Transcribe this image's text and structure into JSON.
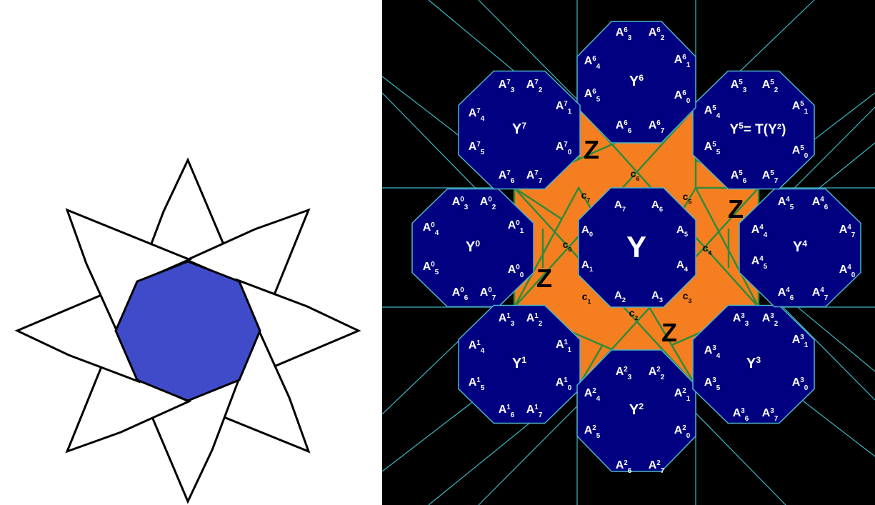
{
  "colors": {
    "left_background": "#ffffff",
    "left_octagon": "#3f4bc9",
    "right_background": "#000000",
    "octagon_fill": "#000080",
    "octagon_stroke": "#4fb4c8",
    "star_fill": "#f57f20",
    "star_stroke": "#2e8b3a",
    "cyan_lines": "#3fb7c9",
    "label_color": "#ffffff",
    "c_label_color": "#000000"
  },
  "center": {
    "label": "Y",
    "vertices": [
      {
        "base": "A",
        "sub": "0"
      },
      {
        "base": "A",
        "sub": "1"
      },
      {
        "base": "A",
        "sub": "2"
      },
      {
        "base": "A",
        "sub": "3"
      },
      {
        "base": "A",
        "sub": "4"
      },
      {
        "base": "A",
        "sub": "5"
      },
      {
        "base": "A",
        "sub": "6"
      },
      {
        "base": "A",
        "sub": "7"
      }
    ]
  },
  "z_labels": [
    "Z",
    "Z",
    "Z",
    "Z"
  ],
  "c_labels": [
    {
      "base": "c",
      "sub": "0"
    },
    {
      "base": "c",
      "sub": "1"
    },
    {
      "base": "c",
      "sub": "2"
    },
    {
      "base": "c",
      "sub": "3"
    },
    {
      "base": "c",
      "sub": "4"
    },
    {
      "base": "c",
      "sub": "5"
    },
    {
      "base": "c",
      "sub": "6"
    },
    {
      "base": "c",
      "sub": "7"
    }
  ],
  "outer_octagons": [
    {
      "title_base": "Y",
      "title_sup": "0",
      "title_suffix": "",
      "labels": [
        {
          "sup": "0",
          "sub": "3"
        },
        {
          "sup": "0",
          "sub": "2"
        },
        {
          "sup": "0",
          "sub": "4"
        },
        {
          "sup": "0",
          "sub": "1"
        },
        {
          "sup": "0",
          "sub": "5"
        },
        {
          "sup": "0",
          "sub": "0"
        },
        {
          "sup": "0",
          "sub": "6"
        },
        {
          "sup": "0",
          "sub": "7"
        }
      ]
    },
    {
      "title_base": "Y",
      "title_sup": "1",
      "title_suffix": "",
      "labels": [
        {
          "sup": "1",
          "sub": "3"
        },
        {
          "sup": "1",
          "sub": "2"
        },
        {
          "sup": "1",
          "sub": "4"
        },
        {
          "sup": "1",
          "sub": "1"
        },
        {
          "sup": "1",
          "sub": "5"
        },
        {
          "sup": "1",
          "sub": "0"
        },
        {
          "sup": "1",
          "sub": "6"
        },
        {
          "sup": "1",
          "sub": "7"
        }
      ]
    },
    {
      "title_base": "Y",
      "title_sup": "2",
      "title_suffix": "",
      "labels": [
        {
          "sup": "2",
          "sub": "3"
        },
        {
          "sup": "2",
          "sub": "2"
        },
        {
          "sup": "2",
          "sub": "4"
        },
        {
          "sup": "2",
          "sub": "1"
        },
        {
          "sup": "2",
          "sub": "5"
        },
        {
          "sup": "2",
          "sub": "0"
        },
        {
          "sup": "2",
          "sub": "6"
        },
        {
          "sup": "2",
          "sub": "7"
        }
      ]
    },
    {
      "title_base": "Y",
      "title_sup": "3",
      "title_suffix": "",
      "labels": [
        {
          "sup": "3",
          "sub": "3"
        },
        {
          "sup": "3",
          "sub": "2"
        },
        {
          "sup": "3",
          "sub": "4"
        },
        {
          "sup": "3",
          "sub": "1"
        },
        {
          "sup": "3",
          "sub": "5"
        },
        {
          "sup": "3",
          "sub": "0"
        },
        {
          "sup": "3",
          "sub": "6"
        },
        {
          "sup": "3",
          "sub": "7"
        }
      ]
    },
    {
      "title_base": "Y",
      "title_sup": "4",
      "title_suffix": "",
      "labels": [
        {
          "sup": "4",
          "sub": "5"
        },
        {
          "sup": "4",
          "sub": "6"
        },
        {
          "sup": "4",
          "sub": "4"
        },
        {
          "sup": "4",
          "sub": "7"
        },
        {
          "sup": "4",
          "sub": "5"
        },
        {
          "sup": "4",
          "sub": "0"
        },
        {
          "sup": "4",
          "sub": "6"
        },
        {
          "sup": "4",
          "sub": "7"
        }
      ]
    },
    {
      "title_base": "Y",
      "title_sup": "5",
      "title_suffix": "= T(Y²)",
      "labels": [
        {
          "sup": "5",
          "sub": "3"
        },
        {
          "sup": "5",
          "sub": "2"
        },
        {
          "sup": "5",
          "sub": "4"
        },
        {
          "sup": "5",
          "sub": "1"
        },
        {
          "sup": "5",
          "sub": "5"
        },
        {
          "sup": "5",
          "sub": "0"
        },
        {
          "sup": "5",
          "sub": "6"
        },
        {
          "sup": "5",
          "sub": "7"
        }
      ]
    },
    {
      "title_base": "Y",
      "title_sup": "6",
      "title_suffix": "",
      "labels": [
        {
          "sup": "6",
          "sub": "3"
        },
        {
          "sup": "6",
          "sub": "2"
        },
        {
          "sup": "6",
          "sub": "4"
        },
        {
          "sup": "6",
          "sub": "1"
        },
        {
          "sup": "6",
          "sub": "5"
        },
        {
          "sup": "6",
          "sub": "0"
        },
        {
          "sup": "6",
          "sub": "6"
        },
        {
          "sup": "6",
          "sub": "7"
        }
      ]
    },
    {
      "title_base": "Y",
      "title_sup": "7",
      "title_suffix": "",
      "labels": [
        {
          "sup": "7",
          "sub": "3"
        },
        {
          "sup": "7",
          "sub": "2"
        },
        {
          "sup": "7",
          "sub": "4"
        },
        {
          "sup": "7",
          "sub": "1"
        },
        {
          "sup": "7",
          "sub": "5"
        },
        {
          "sup": "7",
          "sub": "0"
        },
        {
          "sup": "7",
          "sub": "6"
        },
        {
          "sup": "7",
          "sub": "7"
        }
      ]
    }
  ]
}
